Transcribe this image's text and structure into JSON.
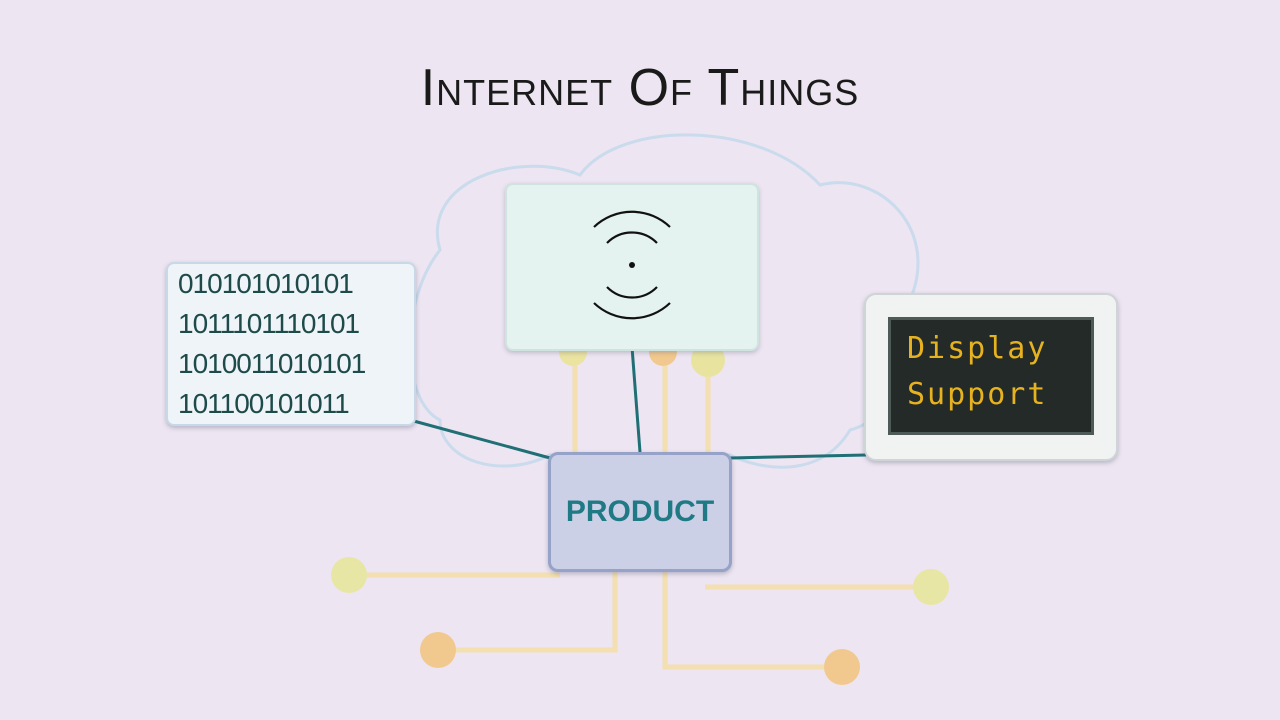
{
  "title": "Internet Of Things",
  "binary_rows": [
    "010101010101",
    "1011101110101",
    "1010011010101",
    "101100101011"
  ],
  "display_text": [
    "Display",
    "Support"
  ],
  "product_label": "PRODUCT",
  "colors": {
    "background": "#ede5f1",
    "accent": "#1f7a85",
    "display_text": "#e7b21f"
  }
}
